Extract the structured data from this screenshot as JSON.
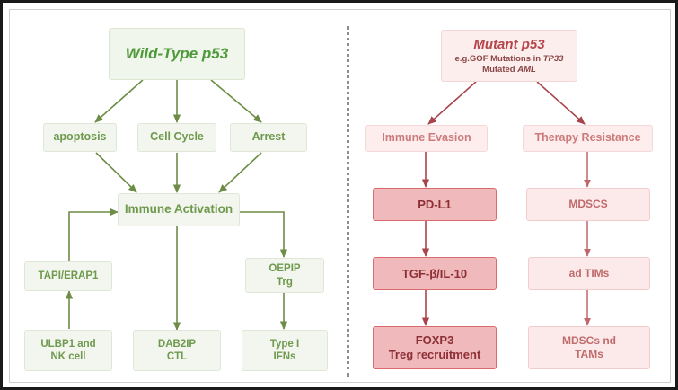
{
  "figure": {
    "divider_style": "dotted-vertical",
    "left_panel": {
      "accent_color": "#6f9a4e",
      "title": "Wild-Type p53",
      "nodes": [
        {
          "id": "wt-p53",
          "label": "Wild-Type p53"
        },
        {
          "id": "apoptosis",
          "label": "apoptosis"
        },
        {
          "id": "cell-cycle",
          "label": "Cell Cycle"
        },
        {
          "id": "arrest",
          "label": "Arrest"
        },
        {
          "id": "immune-activation",
          "label": "Immune Activation"
        },
        {
          "id": "tapi-erap1",
          "label": "TAPI/ERAP1"
        },
        {
          "id": "oepip-trg",
          "line1": "OEPIP",
          "line2": "Trg"
        },
        {
          "id": "ulbp1-nk",
          "line1": "ULBP1 and",
          "line2": "NK cell"
        },
        {
          "id": "dab2ip-ctl",
          "line1": "DAB2IP",
          "line2": "CTL"
        },
        {
          "id": "type-i-ifns",
          "line1": "Type I",
          "line2": "IFNs"
        }
      ]
    },
    "right_panel": {
      "accent_color": "#b5454a",
      "title": "Mutant p53",
      "nodes": [
        {
          "id": "mutant-p53",
          "line1": "Mutant p53",
          "line2_pre": "e.g.GOF Mutations in ",
          "line2_em": "TP33",
          "line3_pre": "Mutated ",
          "line3_em": "AML"
        },
        {
          "id": "immune-evasion",
          "label": "Immune Evasion"
        },
        {
          "id": "therapy-resistance",
          "label": "Therapy Resistance"
        },
        {
          "id": "pd-l1",
          "label": "PD-L1"
        },
        {
          "id": "mdscs",
          "label": "MDSCS"
        },
        {
          "id": "tgf-b-il-10",
          "label": "TGF-β/IL-10"
        },
        {
          "id": "ad-tims",
          "label": "ad TIMs"
        },
        {
          "id": "foxp3",
          "line1": "FOXP3",
          "line2": "Treg recruitment"
        },
        {
          "id": "mdscs-tams",
          "line1": "MDSCs nd",
          "line2": "TAMs"
        }
      ]
    }
  }
}
